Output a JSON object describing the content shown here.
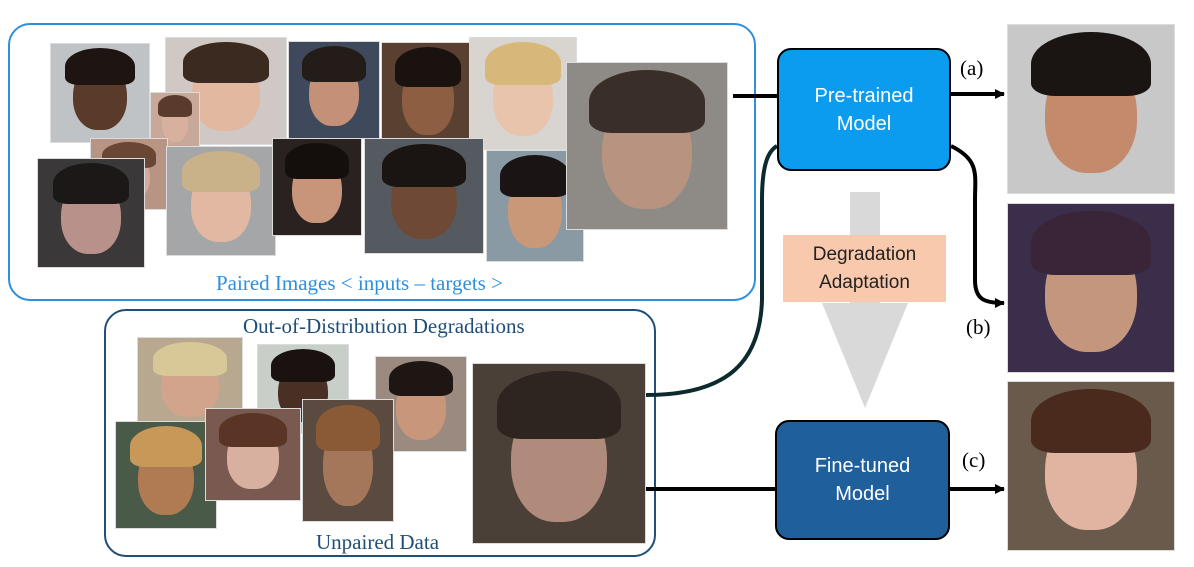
{
  "paired": {
    "caption": "Paired Images < inputs – targets >"
  },
  "ood": {
    "title": "Out-of-Distribution Degradations",
    "caption": "Unpaired Data"
  },
  "models": {
    "pretrained": {
      "line1": "Pre-trained",
      "line2": "Model",
      "color": "#0B9BEF"
    },
    "finetuned": {
      "line1": "Fine-tuned",
      "line2": "Model",
      "color": "#1F5F9C"
    }
  },
  "adaptation": {
    "line1": "Degradation",
    "line2": "Adaptation",
    "color": "#F9C9AE"
  },
  "outputs": {
    "a": "(a)",
    "b": "(b)",
    "c": "(c)"
  },
  "colors": {
    "paired_border": "#2E8FDD",
    "unpaired_border": "#1F4E79",
    "big_arrow": "#D9D9D9"
  }
}
